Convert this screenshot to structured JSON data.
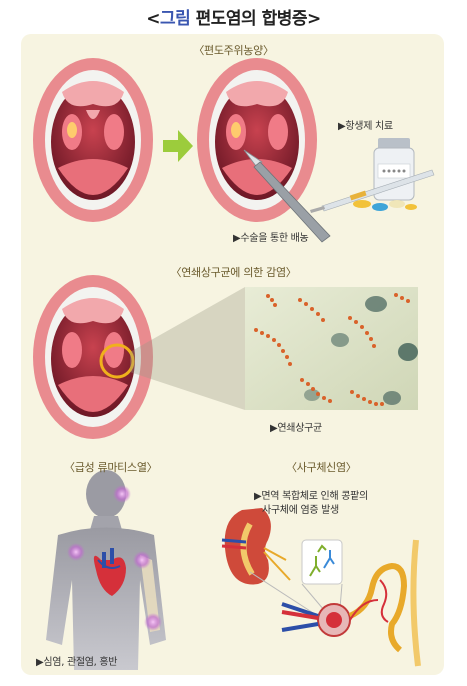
{
  "figure": {
    "title_open": "<",
    "title_accent": "그림",
    "title_text": " 편도염의 합병증",
    "title_close": ">"
  },
  "sections": {
    "abscess": {
      "title": "〈편도주위농양〉",
      "label_antibiotics": "▶항생제 치료",
      "label_surgery": "▶수술을 통한 배농"
    },
    "strep": {
      "title": "〈연쇄상구균에 의한 감염〉",
      "label_bacteria": "▶연쇄상구균"
    },
    "rheumatic": {
      "title": "〈급성 류마티스열〉",
      "label_symptoms": "▶심염, 관절염, 홍반"
    },
    "nephritis": {
      "title": "〈사구체신염〉",
      "label_line1": "▶면역 복합체로 인해 콩팥의",
      "label_line2": "사구체에 염증 발생"
    }
  },
  "colors": {
    "panel_bg": "#f7f4e1",
    "lip": "#e98b8f",
    "mouth_dark": "#7a1f2b",
    "arrow_green": "#9ccc3c",
    "highlight_circle": "#f0b11c",
    "infection_glow": "#b04fc8",
    "title_accent": "#3a56b0"
  }
}
